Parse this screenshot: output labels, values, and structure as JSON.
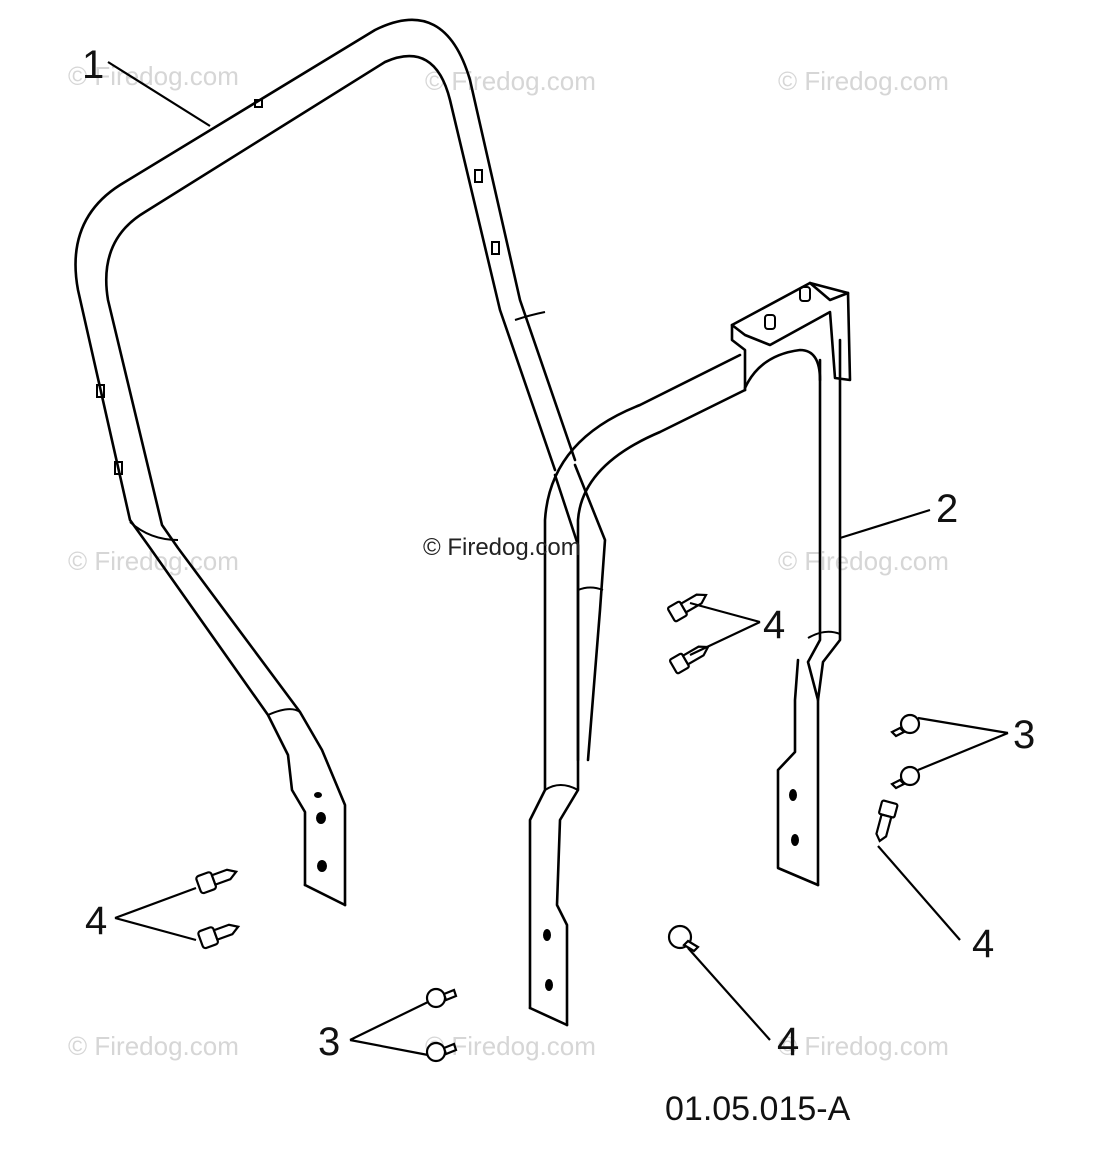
{
  "watermark": {
    "text": "© Firedog.com"
  },
  "drawing_code": "01.05.015-A",
  "callouts": {
    "c1": "1",
    "c2": "2",
    "c3a": "3",
    "c3b": "3",
    "c4a": "4",
    "c4b": "4",
    "c4c": "4",
    "c4d": "4"
  },
  "colors": {
    "line": "#000000",
    "watermark": "#d6d6d6",
    "background": "#ffffff"
  }
}
